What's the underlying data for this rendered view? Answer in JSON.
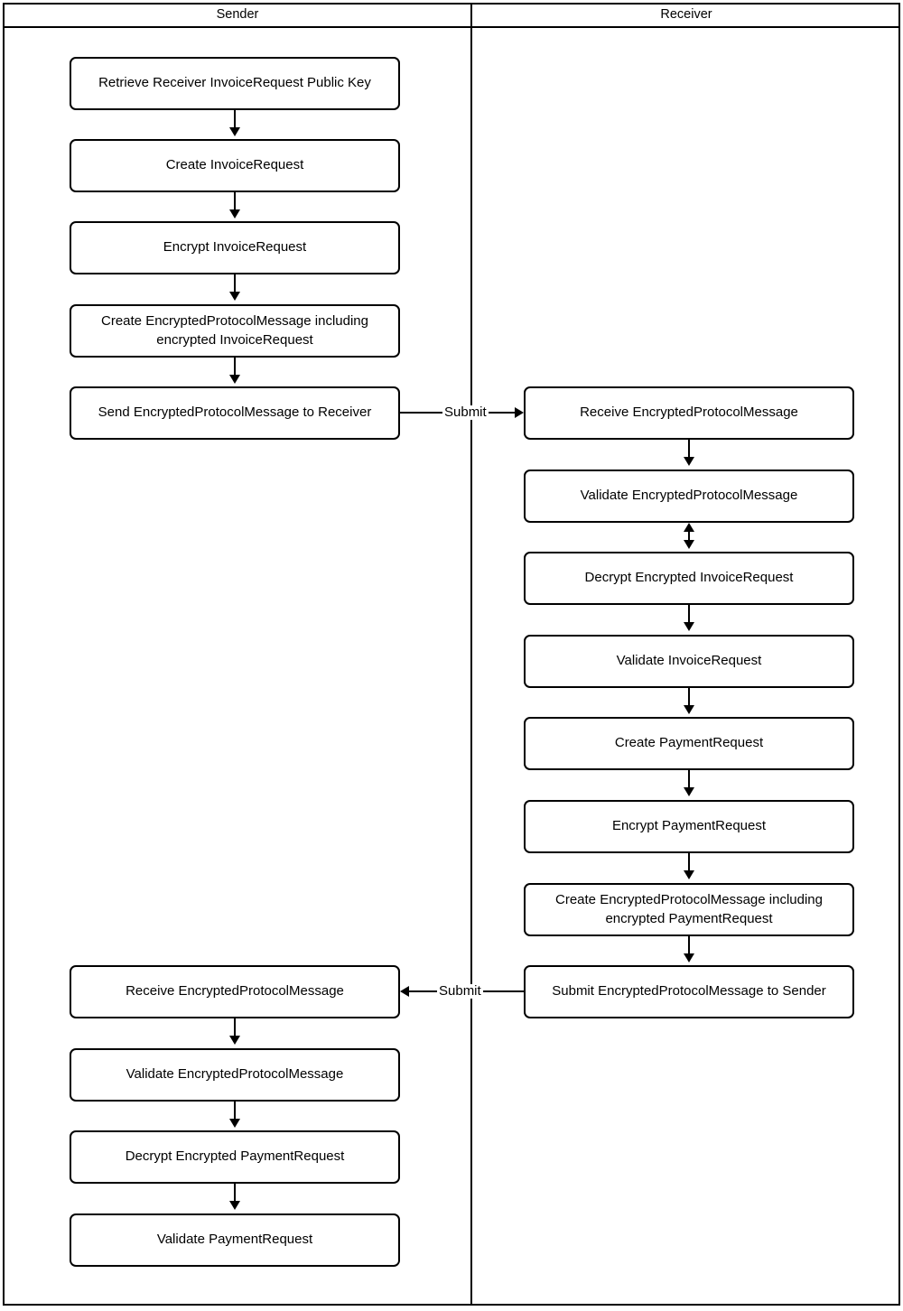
{
  "diagram": {
    "title_sender": "Sender",
    "title_receiver": "Receiver",
    "lanes": [
      {
        "name": "Sender",
        "nodes": [
          {
            "id": "s1",
            "label": "Retrieve Receiver InvoiceRequest Public Key"
          },
          {
            "id": "s2",
            "label": "Create InvoiceRequest"
          },
          {
            "id": "s3",
            "label": "Encrypt InvoiceRequest"
          },
          {
            "id": "s4",
            "line1": "Create EncryptedProtocolMessage including",
            "line2": "encrypted InvoiceRequest"
          },
          {
            "id": "s5",
            "label": "Send EncryptedProtocolMessage to Receiver"
          },
          {
            "id": "s6",
            "label": "Receive EncryptedProtocolMessage"
          },
          {
            "id": "s7",
            "label": "Validate EncryptedProtocolMessage"
          },
          {
            "id": "s8",
            "label": "Decrypt Encrypted PaymentRequest"
          },
          {
            "id": "s9",
            "label": "Validate PaymentRequest"
          }
        ]
      },
      {
        "name": "Receiver",
        "nodes": [
          {
            "id": "r1",
            "label": "Receive EncryptedProtocolMessage"
          },
          {
            "id": "r2",
            "label": "Validate EncryptedProtocolMessage"
          },
          {
            "id": "r3",
            "label": "Decrypt Encrypted InvoiceRequest"
          },
          {
            "id": "r4",
            "label": "Validate InvoiceRequest"
          },
          {
            "id": "r5",
            "label": "Create PaymentRequest"
          },
          {
            "id": "r6",
            "label": "Encrypt PaymentRequest"
          },
          {
            "id": "r7",
            "line1": "Create EncryptedProtocolMessage including",
            "line2": "encrypted PaymentRequest"
          },
          {
            "id": "r8",
            "label": "Submit EncryptedProtocolMessage to Sender"
          }
        ]
      }
    ],
    "edge_labels": {
      "submit_to_receiver": "Submit",
      "submit_to_sender": "Submit"
    },
    "colors": {
      "stroke": "#000000",
      "fill": "#ffffff",
      "text": "#000000"
    }
  }
}
